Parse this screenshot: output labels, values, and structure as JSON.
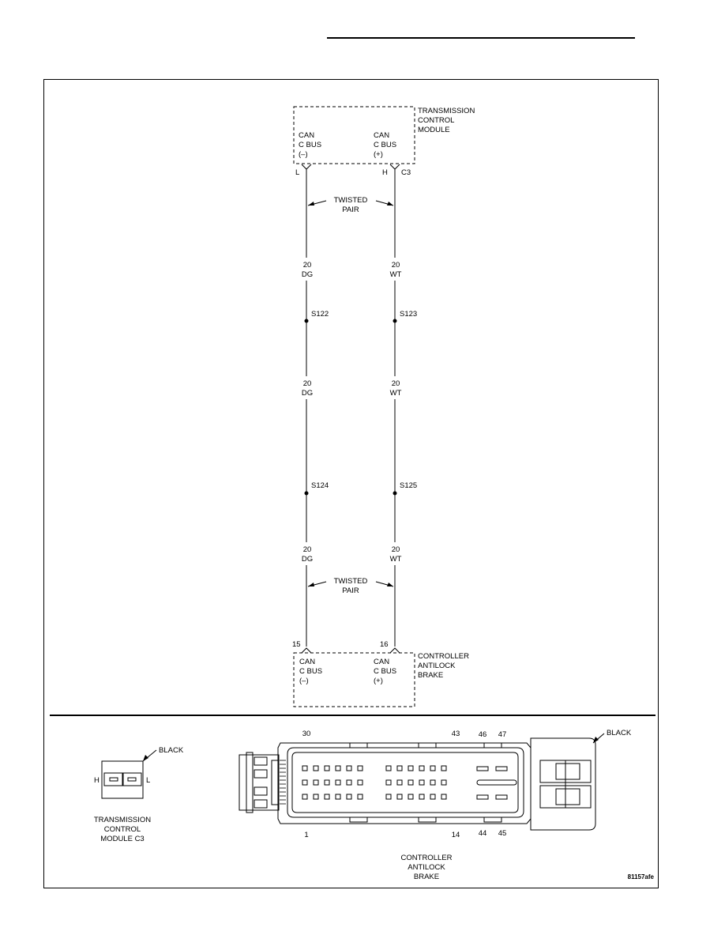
{
  "tcm": {
    "title_lines": [
      "TRANSMISSION",
      "CONTROL",
      "MODULE"
    ],
    "left_pin_lines": [
      "CAN",
      "C BUS",
      "(–)"
    ],
    "right_pin_lines": [
      "CAN",
      "C BUS",
      "(+)"
    ],
    "left_terminal": "L",
    "right_terminal": "H",
    "connector": "C3"
  },
  "twisted_pair_top": [
    "TWISTED",
    "PAIR"
  ],
  "twisted_pair_bottom": [
    "TWISTED",
    "PAIR"
  ],
  "wires": {
    "left_seg1": [
      "20",
      "DG"
    ],
    "right_seg1": [
      "20",
      "WT"
    ],
    "left_seg2": [
      "20",
      "DG"
    ],
    "right_seg2": [
      "20",
      "WT"
    ],
    "left_seg3": [
      "20",
      "DG"
    ],
    "right_seg3": [
      "20",
      "WT"
    ]
  },
  "splices": {
    "s122": "S122",
    "s123": "S123",
    "s124": "S124",
    "s125": "S125"
  },
  "cab": {
    "title_lines": [
      "CONTROLLER",
      "ANTILOCK",
      "BRAKE"
    ],
    "left_pin_lines": [
      "CAN",
      "C BUS",
      "(–)"
    ],
    "right_pin_lines": [
      "CAN",
      "C BUS",
      "(+)"
    ],
    "left_pin_number": "15",
    "right_pin_number": "16"
  },
  "tcm_connector_view": {
    "color_label": "BLACK",
    "left_pin": "H",
    "right_pin": "L",
    "caption_lines": [
      "TRANSMISSION",
      "CONTROL",
      "MODULE C3"
    ]
  },
  "cab_connector_view": {
    "color_label": "BLACK",
    "pin_labels_top": [
      "30",
      "43",
      "46",
      "47"
    ],
    "pin_labels_bottom": [
      "1",
      "14",
      "44",
      "45"
    ],
    "caption_lines": [
      "CONTROLLER",
      "ANTILOCK",
      "BRAKE"
    ]
  },
  "figure_id": "81157afe"
}
